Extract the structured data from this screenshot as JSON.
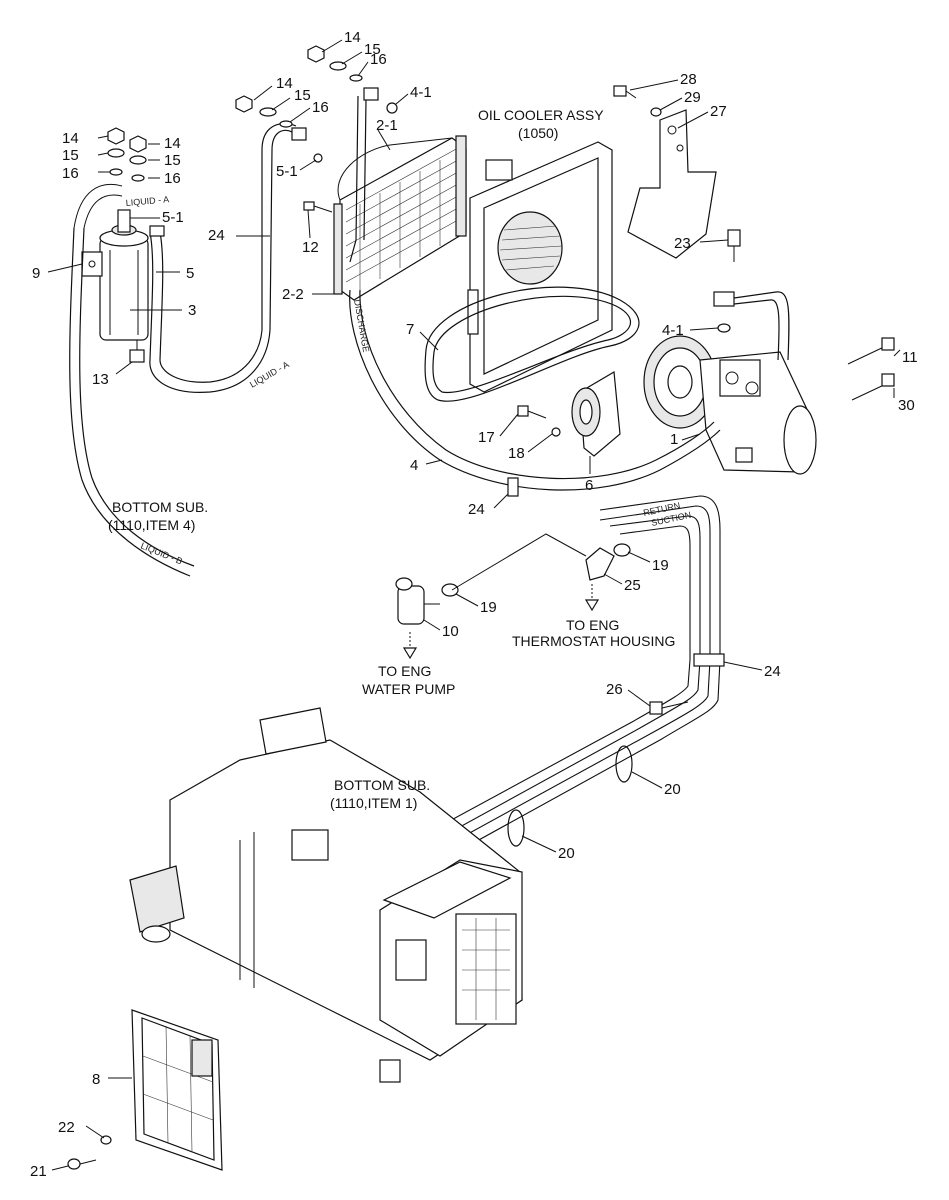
{
  "callouts": [
    {
      "id": "c14a",
      "text": "14"
    },
    {
      "id": "c15a",
      "text": "15"
    },
    {
      "id": "c16a",
      "text": "16"
    },
    {
      "id": "c14b",
      "text": "14"
    },
    {
      "id": "c15b",
      "text": "15"
    },
    {
      "id": "c16b",
      "text": "16"
    },
    {
      "id": "c41a",
      "text": "4-1"
    },
    {
      "id": "c21",
      "text": "2-1"
    },
    {
      "id": "c51a",
      "text": "5-1"
    },
    {
      "id": "c14c",
      "text": "14"
    },
    {
      "id": "c14d",
      "text": "14"
    },
    {
      "id": "c15c",
      "text": "15"
    },
    {
      "id": "c15d",
      "text": "15"
    },
    {
      "id": "c16c",
      "text": "16"
    },
    {
      "id": "c16d",
      "text": "16"
    },
    {
      "id": "c51b",
      "text": "5-1"
    },
    {
      "id": "c24a",
      "text": "24"
    },
    {
      "id": "c12",
      "text": "12"
    },
    {
      "id": "c9",
      "text": "9"
    },
    {
      "id": "c5",
      "text": "5"
    },
    {
      "id": "c3",
      "text": "3"
    },
    {
      "id": "c22",
      "text": "2-2"
    },
    {
      "id": "c13",
      "text": "13"
    },
    {
      "id": "c7",
      "text": "7"
    },
    {
      "id": "c28",
      "text": "28"
    },
    {
      "id": "c29",
      "text": "29"
    },
    {
      "id": "c27",
      "text": "27"
    },
    {
      "id": "c23",
      "text": "23"
    },
    {
      "id": "c41b",
      "text": "4-1"
    },
    {
      "id": "c11",
      "text": "11"
    },
    {
      "id": "c30",
      "text": "30"
    },
    {
      "id": "c1",
      "text": "1"
    },
    {
      "id": "c17",
      "text": "17"
    },
    {
      "id": "c18",
      "text": "18"
    },
    {
      "id": "c4",
      "text": "4"
    },
    {
      "id": "c6",
      "text": "6"
    },
    {
      "id": "c24b",
      "text": "24"
    },
    {
      "id": "c19a",
      "text": "19"
    },
    {
      "id": "c25",
      "text": "25"
    },
    {
      "id": "c19b",
      "text": "19"
    },
    {
      "id": "c10",
      "text": "10"
    },
    {
      "id": "c24c",
      "text": "24"
    },
    {
      "id": "c26",
      "text": "26"
    },
    {
      "id": "c20a",
      "text": "20"
    },
    {
      "id": "c20b",
      "text": "20"
    },
    {
      "id": "c8",
      "text": "8"
    },
    {
      "id": "c22b",
      "text": "22"
    },
    {
      "id": "c21b",
      "text": "21"
    }
  ],
  "captions": {
    "oil_cooler_line1": "OIL COOLER ASSY",
    "oil_cooler_line2": "(1050)",
    "bottom_sub_a_line1": "BOTTOM SUB.",
    "bottom_sub_a_line2": "(1110,ITEM 4)",
    "bottom_sub_b_line1": "BOTTOM SUB.",
    "bottom_sub_b_line2": "(1110,ITEM 1)",
    "water_pump_line1": "TO ENG",
    "water_pump_line2": "WATER PUMP",
    "thermostat_line1": "TO ENG",
    "thermostat_line2": "THERMOSTAT HOUSING"
  },
  "hose_marks": {
    "liquid_a_1": "LIQUID - A",
    "liquid_a_2": "LIQUID - A",
    "liquid_b": "LIQUID - B",
    "discharge": "DISCHARGE",
    "return": "RETURN",
    "suction": "SUCTION"
  },
  "colors": {
    "line": "#111111",
    "background": "#ffffff"
  }
}
